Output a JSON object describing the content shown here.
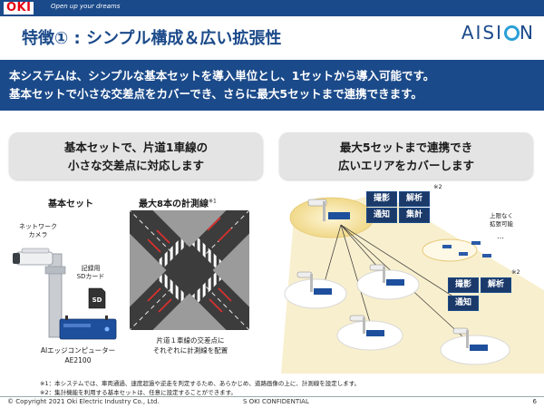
{
  "header": {
    "logo": "OKI",
    "tagline": "Open up your dreams",
    "title": "特徴① : シンプル構成＆広い拡張性",
    "brand_prefix": "AISI",
    "brand_suffix": "N"
  },
  "banner": {
    "line1": "本システムは、シンプルな基本セットを導入単位とし、1セットから導入可能です。",
    "line2": "基本セットで小さな交差点をカバーでき、さらに最大5セットまで連携できます。"
  },
  "left_panel": {
    "heading_line1": "基本セットで、片道1車線の",
    "heading_line2": "小さな交差点に対応します",
    "basic_set": "基本セット",
    "max_lines": "最大8本の計測線",
    "max_lines_note": "※1",
    "camera_line1": "ネットワーク",
    "camera_line2": "カメラ",
    "sd_line1": "記録用",
    "sd_line2": "SDカード",
    "sd_icon": "SD",
    "device_line1": "AIエッジコンピューター",
    "device_line2": "AE2100",
    "road_line1": "片道１車線の交差点に",
    "road_line2": "それぞれに計測線を配置"
  },
  "right_panel": {
    "heading_line1": "最大5セットまで連携でき",
    "heading_line2": "広いエリアをカバーします",
    "note1": "※2",
    "note2": "※2",
    "tags_top": [
      "撮影",
      "解析",
      "通知",
      "集計"
    ],
    "tags_bottom": [
      "撮影",
      "解析",
      "通知"
    ],
    "unlimited_line1": "上限なく",
    "unlimited_line2": "拡張可能",
    "dots": "…"
  },
  "footnotes": {
    "note1": "※1：本システムでは、車両通過、速度超過や逆走を判定するため、あらかじめ、道路画像の上に、計測線を設定します。",
    "note2": "※2：集計機能を利用する基本セットは、任意に設定することができます。"
  },
  "footer": {
    "copyright": "© Copyright 2021 Oki Electric Industry Co., Ltd.",
    "confidential": "S OKI CONFIDENTIAL",
    "page": "6"
  },
  "colors": {
    "brand_blue": "#1b4a8a",
    "oki_red": "#e60012",
    "measure_red": "#e03030",
    "area_yellow": "#f5e6b0"
  }
}
